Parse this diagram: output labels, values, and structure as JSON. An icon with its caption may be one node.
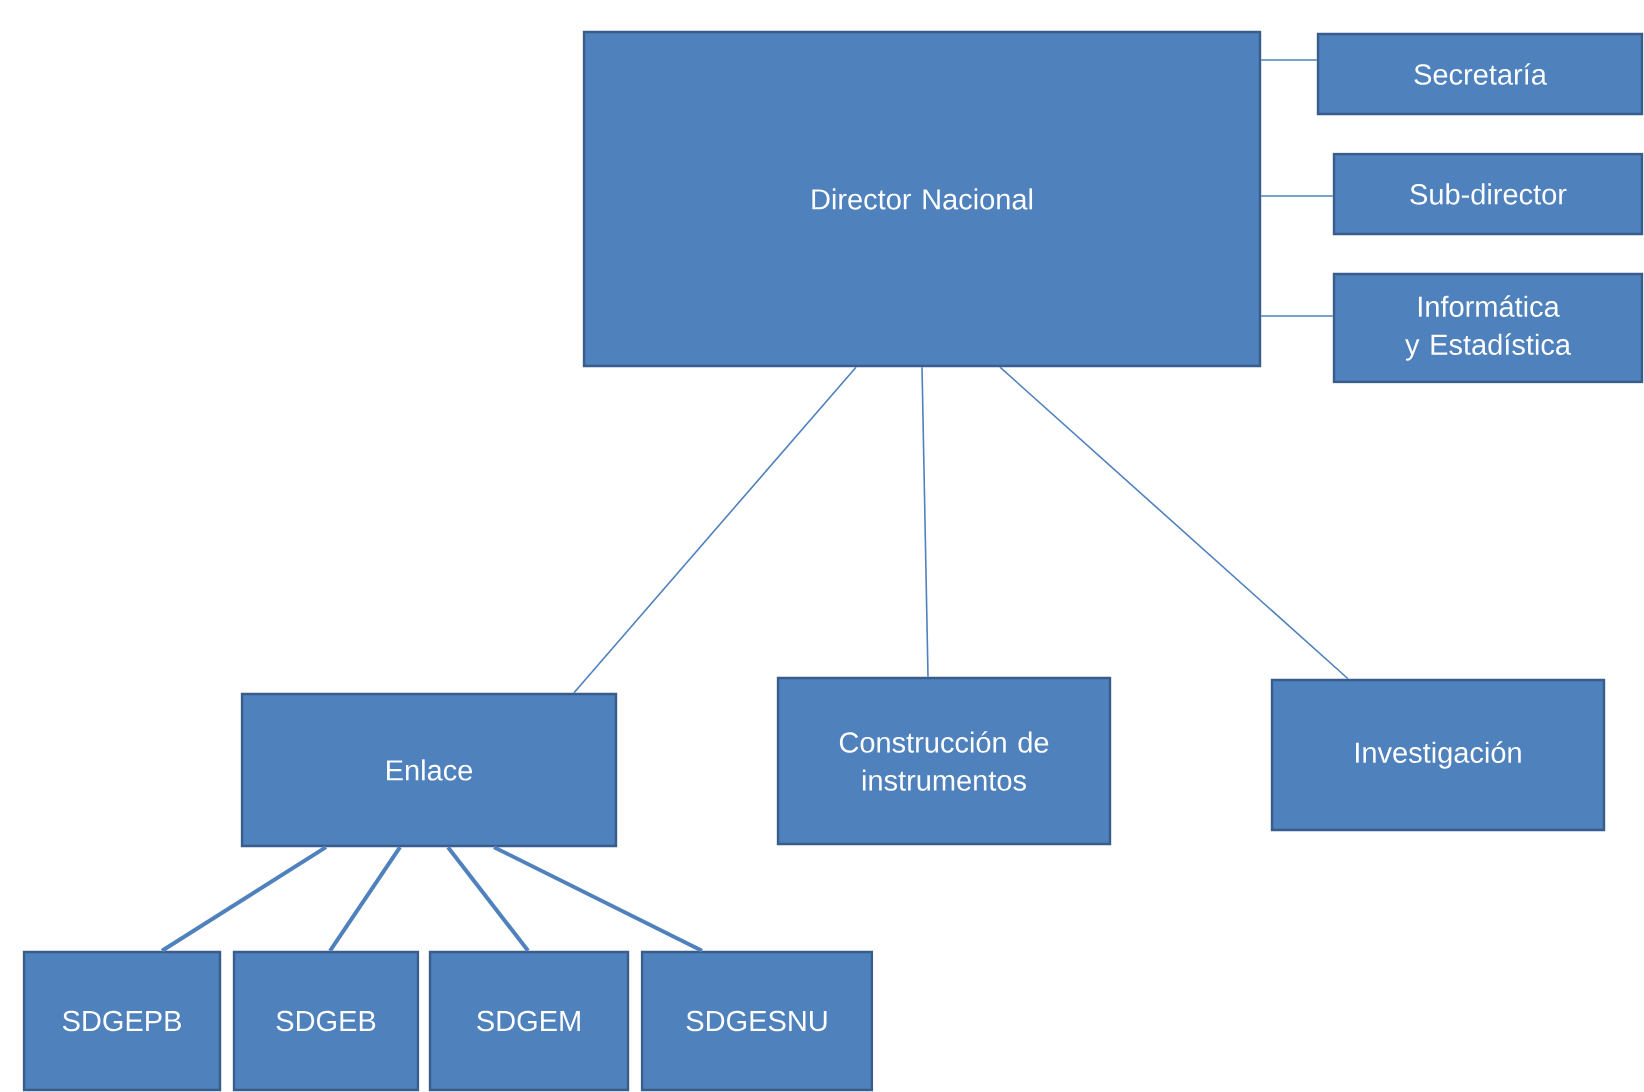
{
  "diagram": {
    "nodes": [
      {
        "text": [
          "Director Nacional"
        ]
      },
      {
        "text": [
          "Secretaría"
        ]
      },
      {
        "text": [
          "Sub-director"
        ]
      },
      {
        "text": [
          "Informática y Estadística"
        ]
      },
      {
        "text": [
          "Enlace"
        ]
      },
      {
        "text": [
          "Construcción de instrumentos"
        ]
      },
      {
        "text": [
          "Investigación"
        ]
      },
      {
        "text": [
          "SDGEPB"
        ]
      },
      {
        "text": [
          "SDGEB"
        ]
      },
      {
        "text": [
          "SDGEM"
        ]
      },
      {
        "text": [
          "SDGESNU"
        ]
      }
    ],
    "edges": [
      {
        "from": 0,
        "to": 1,
        "arrow": "none"
      },
      {
        "from": 0,
        "to": 2,
        "arrow": "none"
      },
      {
        "from": 0,
        "to": 3,
        "arrow": "none"
      },
      {
        "from": 0,
        "to": 4,
        "arrow": "none"
      },
      {
        "from": 0,
        "to": 5,
        "arrow": "none"
      },
      {
        "from": 0,
        "to": 6,
        "arrow": "none"
      },
      {
        "from": 4,
        "to": 7,
        "arrow": "none"
      },
      {
        "from": 4,
        "to": 8,
        "arrow": "none"
      },
      {
        "from": 4,
        "to": 9,
        "arrow": "none"
      },
      {
        "from": 4,
        "to": 10,
        "arrow": "none"
      }
    ]
  }
}
